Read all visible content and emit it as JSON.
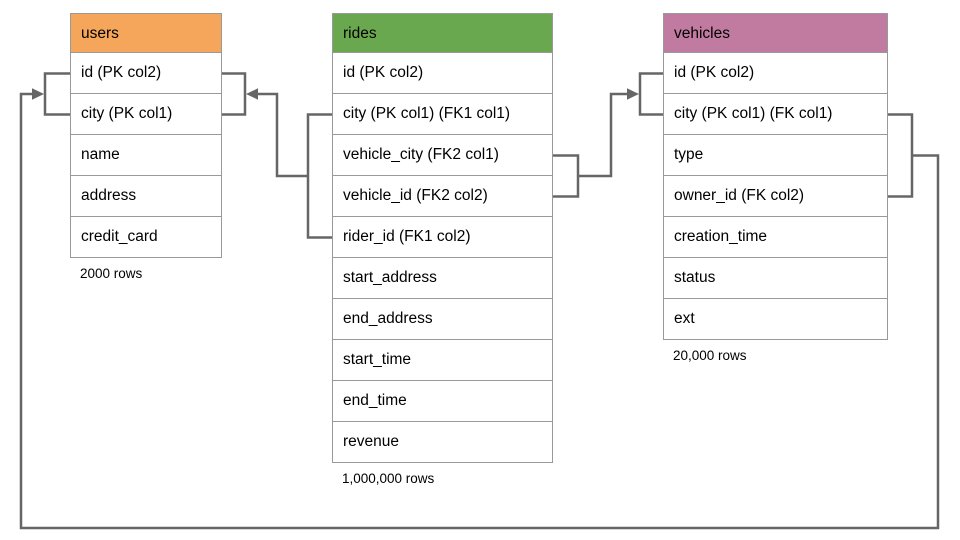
{
  "diagram": {
    "background_color": "#ffffff",
    "connector_color": "#666666",
    "table_border_color": "#999999",
    "tables": [
      {
        "id": "users",
        "title": "users",
        "header_color": "#F6A65A",
        "columns": [
          "id (PK col2)",
          "city (PK col1)",
          "name",
          "address",
          "credit_card"
        ],
        "row_count_label": "2000 rows"
      },
      {
        "id": "rides",
        "title": "rides",
        "header_color": "#6AA84F",
        "columns": [
          "id (PK col2)",
          "city (PK col1) (FK1 col1)",
          "vehicle_city (FK2 col1)",
          "vehicle_id (FK2 col2)",
          "rider_id (FK1 col2)",
          "start_address",
          "end_address",
          "start_time",
          "end_time",
          "revenue"
        ],
        "row_count_label": "1,000,000 rows"
      },
      {
        "id": "vehicles",
        "title": "vehicles",
        "header_color": "#C27BA0",
        "columns": [
          "id (PK col2)",
          "city (PK col1) (FK col1)",
          "type",
          "owner_id (FK col2)",
          "creation_time",
          "status",
          "ext"
        ],
        "row_count_label": "20,000 rows"
      }
    ],
    "relationships": [
      {
        "name": "FK1",
        "from_table": "rides",
        "from_columns": [
          "city (PK col1) (FK1 col1)",
          "rider_id (FK1 col2)"
        ],
        "to_table": "users",
        "to_columns": [
          "id (PK col2)",
          "city (PK col1)"
        ]
      },
      {
        "name": "FK2",
        "from_table": "rides",
        "from_columns": [
          "vehicle_city (FK2 col1)",
          "vehicle_id (FK2 col2)"
        ],
        "to_table": "vehicles",
        "to_columns": [
          "id (PK col2)",
          "city (PK col1) (FK col1)"
        ]
      },
      {
        "name": "FK",
        "from_table": "vehicles",
        "from_columns": [
          "city (PK col1) (FK col1)",
          "owner_id (FK col2)"
        ],
        "to_table": "users",
        "to_columns": [
          "id (PK col2)",
          "city (PK col1)"
        ]
      }
    ]
  }
}
